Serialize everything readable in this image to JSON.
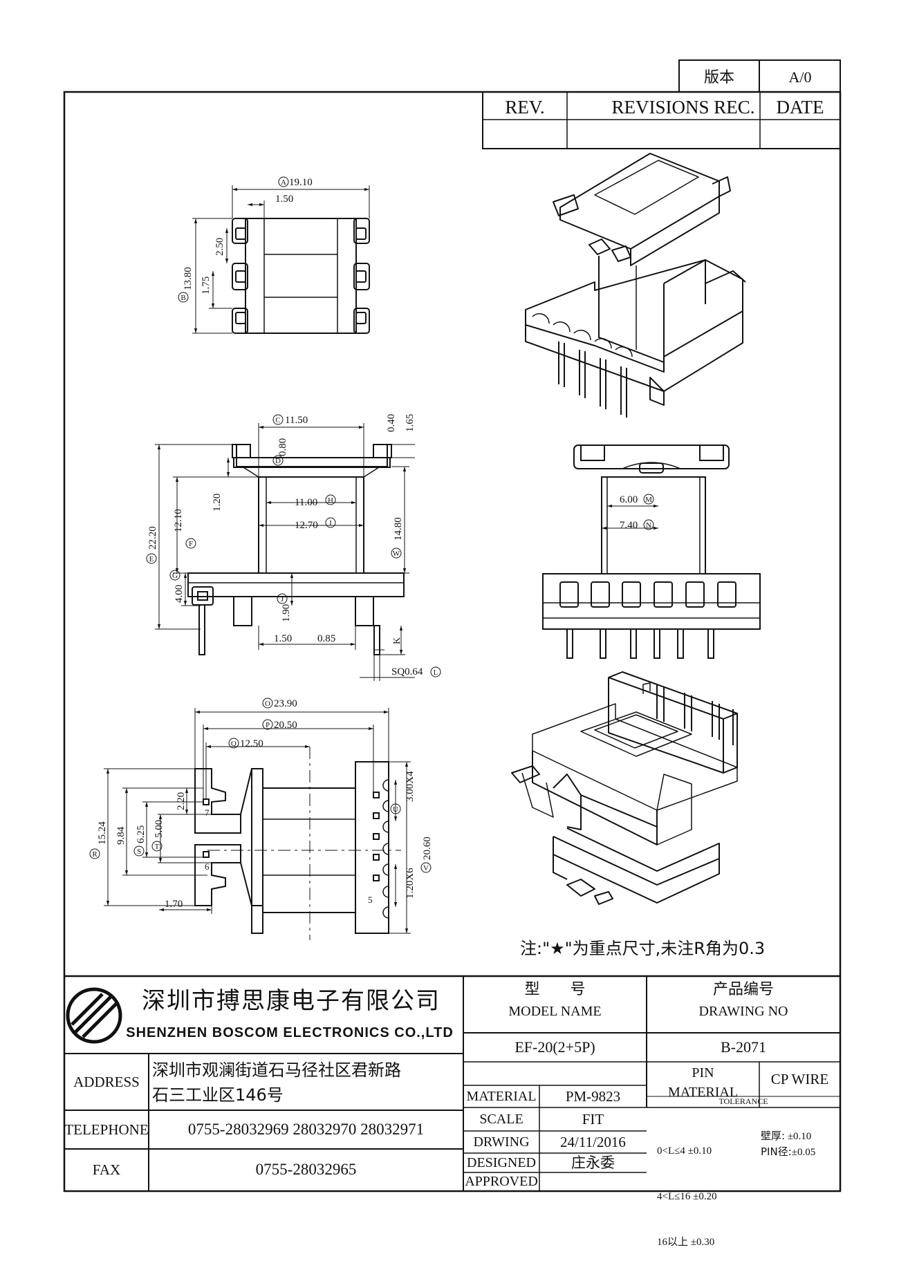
{
  "revision_box": {
    "version_label": "版本",
    "version_value": "A/0"
  },
  "revisions_table": {
    "rev_header": "REV.",
    "rec_header": "REVISIONS REC.",
    "date_header": "DATE"
  },
  "top_view": {
    "dims": {
      "A": "19.10",
      "w150": "1.50",
      "B": "13.80",
      "d250": "2.50",
      "d175": "1.75"
    },
    "tags": {
      "A": "A",
      "B": "B"
    }
  },
  "front_view": {
    "dims": {
      "C": "11.50",
      "D": "0.80",
      "H": "11.00",
      "I": "12.70",
      "E": "22.20",
      "F": "12.10",
      "d120": "1.20",
      "G": "4.00",
      "J": "1.90",
      "d150": "1.50",
      "d085": "0.85",
      "d040": "0.40",
      "d165": "1.65",
      "W": "14.80",
      "K": "K",
      "L": "SQ0.64"
    },
    "tags": {
      "C": "C",
      "D": "D",
      "H": "H",
      "I": "I",
      "E": "E",
      "F": "F",
      "G": "G",
      "J": "J",
      "W": "W",
      "L": "L"
    }
  },
  "side_view": {
    "dims": {
      "M": "6.00",
      "N": "7.40"
    },
    "tags": {
      "M": "M",
      "N": "N"
    }
  },
  "bottom_view": {
    "dims": {
      "O": "23.90",
      "P": "20.50",
      "Q": "12.50",
      "R": "15.24",
      "d984": "9.84",
      "S": "6.25",
      "T": "5.00",
      "d220": "2.20",
      "d170": "1.70",
      "U": "3.00X4",
      "V": "20.60",
      "d120x6": "1.20X6",
      "pin7": "7",
      "pin6": "6",
      "pin5": "5"
    },
    "tags": {
      "O": "O",
      "P": "P",
      "Q": "Q",
      "R": "R",
      "S": "S",
      "T": "T",
      "U": "U",
      "V": "V"
    }
  },
  "note": "注:\"★\"为重点尺寸,未注R角为0.3",
  "company": {
    "name_cn": "深圳市搏思康电子有限公司",
    "name_en": "SHENZHEN BOSCOM ELECTRONICS CO.,LTD"
  },
  "contact": {
    "address_label": "ADDRESS",
    "address_line1": "深圳市观澜街道石马径社区君新路",
    "address_line2": "石三工业区146号",
    "telephone_label": "TELEPHONE",
    "telephone_value": "0755-28032969 28032970 28032971",
    "fax_label": "FAX",
    "fax_value": "0755-28032965"
  },
  "title_block": {
    "model_cn": "型　　号",
    "model_en": "MODEL NAME",
    "model_value": "EF-20(2+5P)",
    "drawing_cn": "产品编号",
    "drawing_en": "DRAWING NO",
    "drawing_value": "B-2071",
    "material_label": "MATERIAL",
    "material_value": "PM-9823",
    "scale_label": "SCALE",
    "scale_value": "FIT",
    "drwing_label": "DRWING",
    "drwing_value": "24/11/2016",
    "designed_label": "DESIGNED",
    "designed_value": "庄永委",
    "approved_label": "APPROVED",
    "approved_value": "",
    "pin_label": "PIN",
    "pin_material_label": "MATERIAL",
    "pin_value": "CP WIRE",
    "tolerance_label": "TOLERANCE",
    "tol1": "0<L≤4 ±0.10",
    "tol2": "4<L≤16 ±0.20",
    "tol3": "16以上 ±0.30",
    "wall_label": "壁厚:",
    "wall_value": "±0.10",
    "pin_dia_label": "PIN径:",
    "pin_dia_value": "±0.05"
  }
}
